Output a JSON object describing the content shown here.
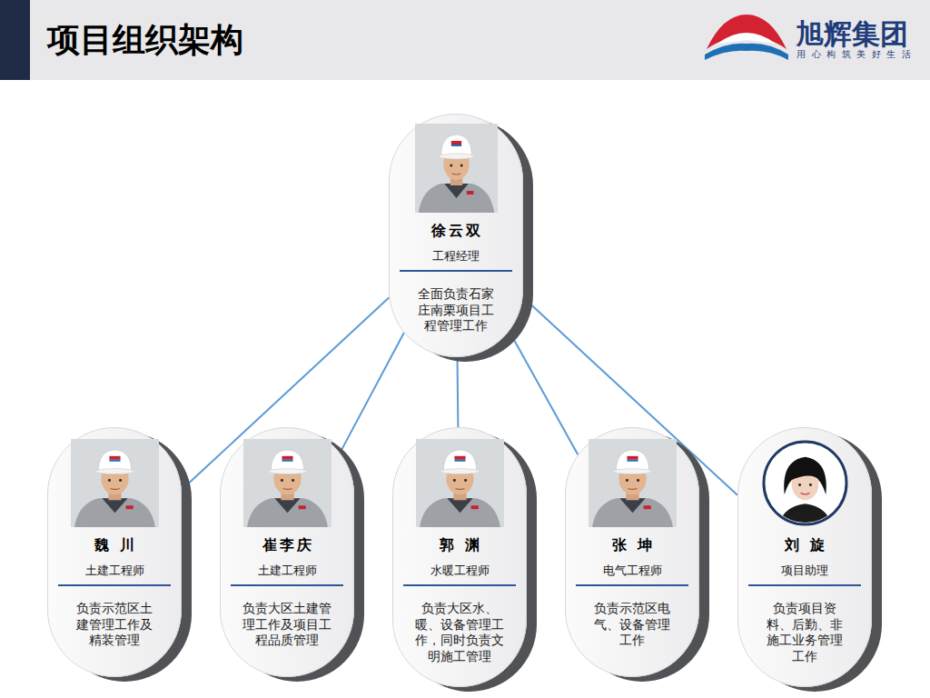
{
  "diagram": {
    "title": "项目组织架构",
    "nodes": [
      {
        "text": [
          "徐云双",
          "工程经理",
          "全面负责石家庄南栗项目工程管理工作"
        ]
      },
      {
        "text": [
          "魏 川",
          "土建工程师",
          "负责示范区土建管理工作及精装管理"
        ]
      },
      {
        "text": [
          "崔李庆",
          "土建工程师",
          "负责大区土建管理工作及项目工程品质管理"
        ]
      },
      {
        "text": [
          "郭 渊",
          "水暖工程师",
          "负责大区水、暖、设备管理工作，同时负责文明施工管理"
        ]
      },
      {
        "text": [
          "张 坤",
          "电气工程师",
          "负责示范区电气、设备管理工作"
        ]
      },
      {
        "text": [
          "刘 旋",
          "项目助理",
          "负责项目资料、后勤、非施工业务管理工作"
        ]
      }
    ],
    "edges": [
      {
        "from": 0,
        "to": 1,
        "arrow": "none"
      },
      {
        "from": 0,
        "to": 2,
        "arrow": "none"
      },
      {
        "from": 0,
        "to": 3,
        "arrow": "none"
      },
      {
        "from": 0,
        "to": 4,
        "arrow": "none"
      },
      {
        "from": 0,
        "to": 5,
        "arrow": "none"
      }
    ],
    "labels": [
      "旭辉集团",
      "用心构筑美好生活"
    ]
  }
}
